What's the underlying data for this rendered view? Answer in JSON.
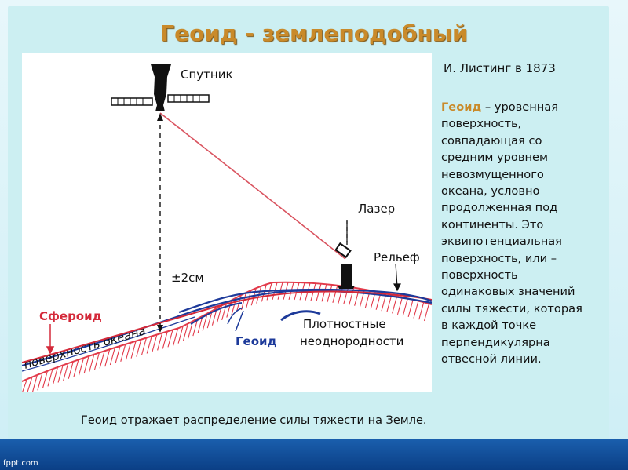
{
  "slide": {
    "title": "Геоид - землеподобный",
    "author": "И. Листинг в 1873",
    "definition_term": "Геоид",
    "definition_text": " – уровенная поверхность, совпадающая со средним уровнем невозмущенного океана, условно продолженная под континенты. Это эквипотенциальная поверхность, или – поверхность одинаковых значений силы тяжести, которая в каждой точке перпендикулярна отвесной линии.",
    "caption": "Геоид отражает распределение силы тяжести на Земле.",
    "brand": "fppt.com"
  },
  "diagram": {
    "labels": {
      "satellite": "Спутник",
      "laser": "Лазер",
      "relief": "Рельеф",
      "distance": "±2см",
      "spheroid": "Сфероид",
      "geoid": "Геоид",
      "density": [
        "Плотностные",
        "неоднородности"
      ],
      "ocean_surface": "поверхность океана"
    },
    "colors": {
      "spheroid": "#d42a3a",
      "geoid": "#1d3a9a",
      "relief": "#e23a4a",
      "beam": "#d9535f",
      "title": "#c98a2a"
    },
    "icons": [
      "satellite-icon",
      "laser-icon"
    ]
  }
}
